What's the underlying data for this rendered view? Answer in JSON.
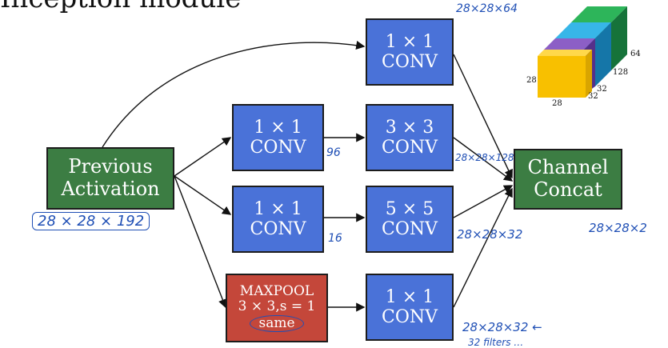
{
  "title": "Inception module",
  "boxes": {
    "previous": {
      "line1": "Previous",
      "line2": "Activation"
    },
    "conv1x1_top": {
      "line1": "1 × 1",
      "line2": "CONV"
    },
    "conv1x1_a": {
      "line1": "1 × 1",
      "line2": "CONV"
    },
    "conv3x3": {
      "line1": "3 × 3",
      "line2": "CONV"
    },
    "conv1x1_b": {
      "line1": "1 × 1",
      "line2": "CONV"
    },
    "conv5x5": {
      "line1": "5 × 5",
      "line2": "CONV"
    },
    "maxpool": {
      "line1": "MAXPOOL",
      "line2": "3 × 3,s = 1",
      "line3": "same"
    },
    "conv1x1_c": {
      "line1": "1 × 1",
      "line2": "CONV"
    },
    "concat": {
      "line1": "Channel",
      "line2": "Concat"
    }
  },
  "annotations": {
    "input_dims": "28 × 28 × 192",
    "top_out": "28×28×64",
    "n96": "96",
    "out_128": "28×28×128",
    "n16": "16",
    "out_32": "28×28×32",
    "out_32b": "28×28×32 ←",
    "filters_note": "32 filters …",
    "concat_out": "28×28×2"
  },
  "cube_labels": {
    "l28a": "28",
    "l28b": "28",
    "l32a": "32",
    "l32b": "32",
    "l128": "128",
    "l64": "64"
  },
  "colors": {
    "conv": "#4a72d8",
    "activation": "#3c7d43",
    "maxpool": "#c4473a",
    "ink": "#1f4fb5"
  }
}
